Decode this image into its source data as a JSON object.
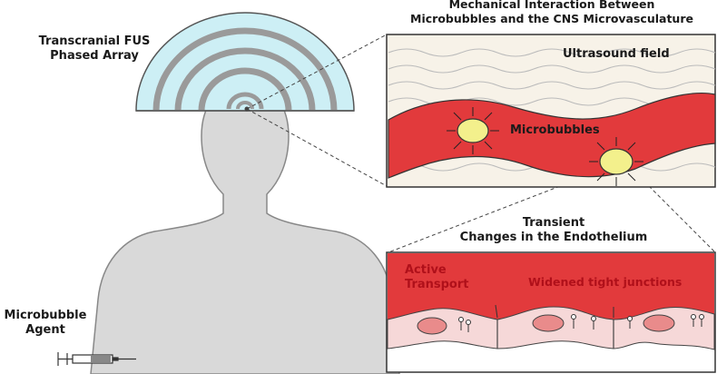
{
  "labels": {
    "fus_array_line1": "Transcranial FUS",
    "fus_array_line2": "Phased Array",
    "microbubble_agent_line1": "Microbubble",
    "microbubble_agent_line2": "Agent",
    "top_title_line1": "Mechanical Interaction Between",
    "top_title_line2": "Microbubbles and the CNS Microvasculature",
    "ultrasound_field": "Ultrasound field",
    "microbubbles": "Microbubbles",
    "transient_line1": "Transient",
    "transient_line2": "Changes in the Endothelium",
    "active_line1": "Active",
    "active_line2": "Transport",
    "widened_tight_junctions": "Widened tight junctions"
  },
  "colors": {
    "vessel_red": "#e23a3c",
    "vessel_red_light": "#f2b8b8",
    "bubble_yellow": "#f3f08c",
    "array_blue": "#cdeff5",
    "array_ring_gray": "#9a9a9a",
    "body_gray": "#d9d9d9",
    "cell_pink": "#f6d8d8",
    "nucleus_pink": "#e98b8b",
    "label_red": "#b0101a"
  }
}
